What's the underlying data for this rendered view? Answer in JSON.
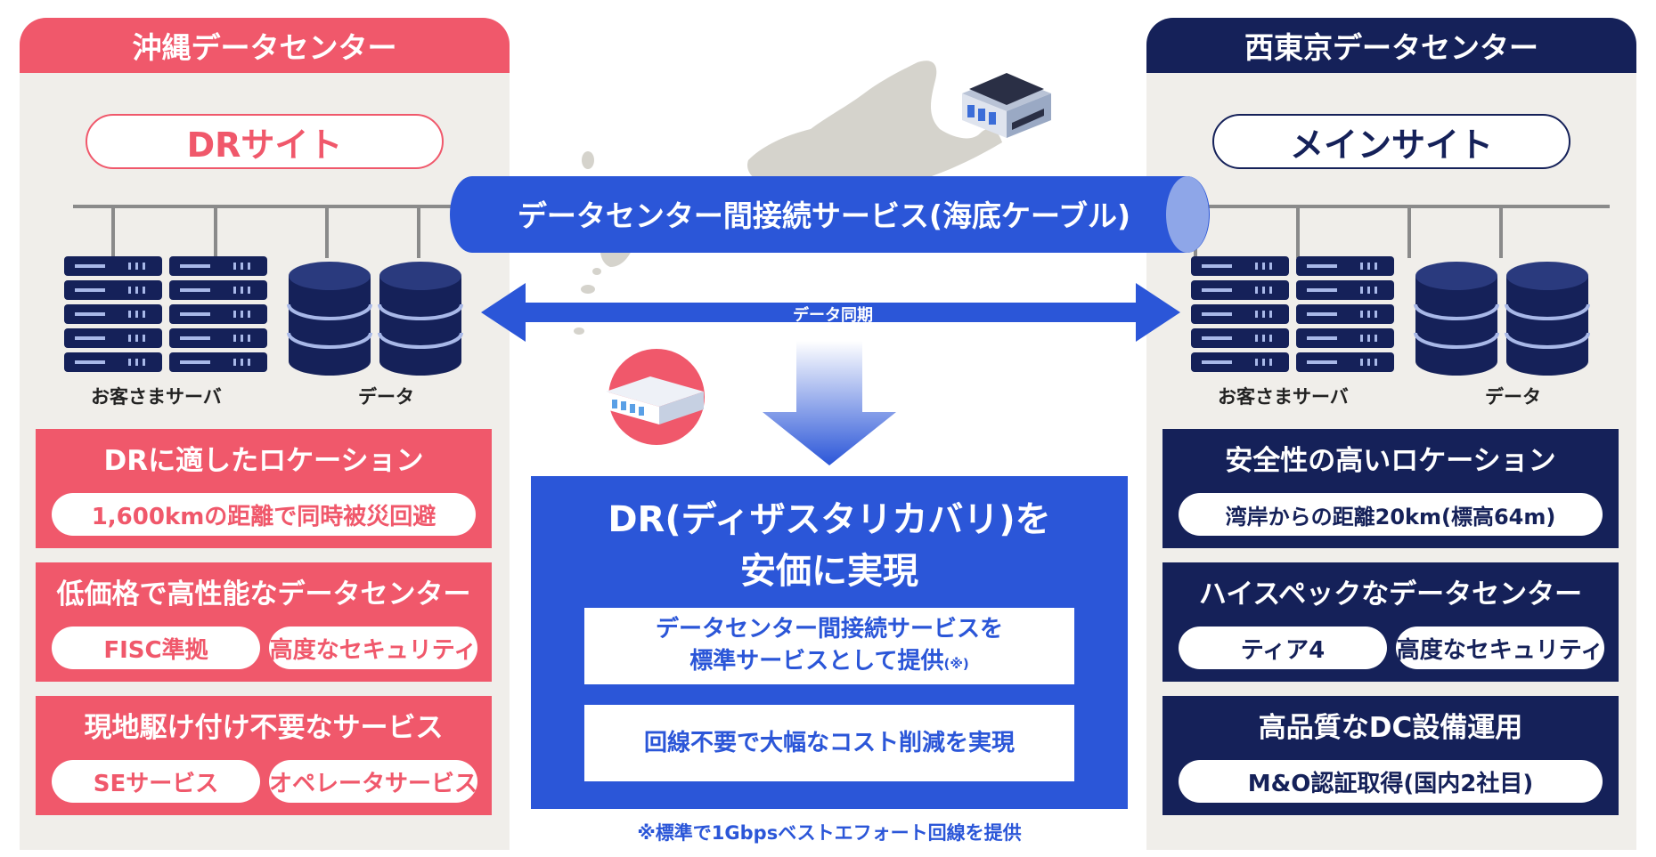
{
  "colors": {
    "dr_accent": "#f0586b",
    "main_accent": "#152159",
    "center_blue": "#2b56d8",
    "panel_bg": "#f0eeea"
  },
  "left": {
    "header": "沖縄データセンター",
    "site": "DRサイト",
    "server_label": "お客さまサーバ",
    "data_label": "データ",
    "cards": [
      {
        "title": "DRに適したロケーション",
        "chips": [
          "1,600kmの距離で同時被災回避"
        ]
      },
      {
        "title": "低価格で高性能なデータセンター",
        "chips": [
          "FISC準拠",
          "高度なセキュリティ"
        ]
      },
      {
        "title": "現地駆け付け不要なサービス",
        "chips": [
          "SEサービス",
          "オペレータサービス"
        ]
      }
    ]
  },
  "right": {
    "header": "西東京データセンター",
    "site": "メインサイト",
    "server_label": "お客さまサーバ",
    "data_label": "データ",
    "cards": [
      {
        "title": "安全性の高いロケーション",
        "chips": [
          "湾岸からの距離20km(標高64m)"
        ]
      },
      {
        "title": "ハイスペックなデータセンター",
        "chips": [
          "ティア4",
          "高度なセキュリティ"
        ]
      },
      {
        "title": "高品質なDC設備運用",
        "chips": [
          "M&O認証取得(国内2社目)"
        ]
      }
    ]
  },
  "center": {
    "cable_label": "データセンター間接続サービス(海底ケーブル)",
    "sync_label": "データ同期",
    "title_line1": "DR(ディザスタリカバリ)を",
    "title_line2": "安価に実現",
    "item1_line1": "データセンター間接続サービスを",
    "item1_line2": "標準サービスとして提供",
    "item1_note": "(※)",
    "item2": "回線不要で大幅なコスト削減を実現",
    "footnote": "※標準で1Gbpsベストエフォート回線を提供"
  },
  "icons": [
    "building-icon",
    "server-rack-icon",
    "database-icon",
    "map-japan-icon",
    "sync-arrow-icon",
    "down-arrow-icon"
  ]
}
